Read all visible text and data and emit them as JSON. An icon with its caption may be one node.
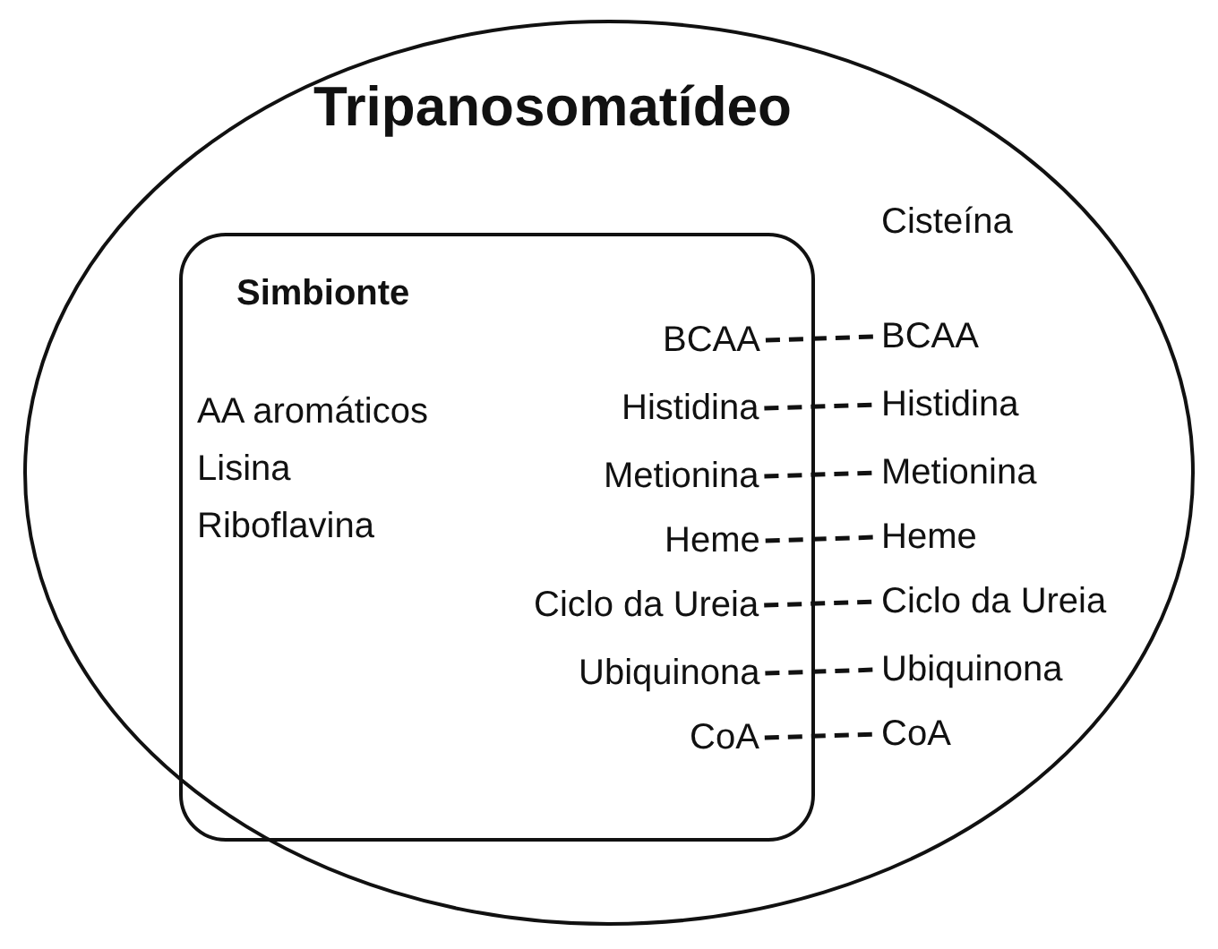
{
  "diagram": {
    "nodes": [
      {
        "text": [
          "Tripanosomatídeo",
          "Cisteína"
        ]
      },
      {
        "text": [
          "Simbionte",
          "AA aromáticos",
          "Lisina",
          "Riboflavina"
        ],
        "in": 0
      },
      {
        "text": [
          "BCAA"
        ],
        "in": 1
      },
      {
        "text": [
          "BCAA"
        ],
        "in": 0
      },
      {
        "text": [
          "Histidina"
        ],
        "in": 1
      },
      {
        "text": [
          "Histidina"
        ],
        "in": 0
      },
      {
        "text": [
          "Metionina"
        ],
        "in": 1
      },
      {
        "text": [
          "Metionina"
        ],
        "in": 0
      },
      {
        "text": [
          "Heme"
        ],
        "in": 1
      },
      {
        "text": [
          "Heme"
        ],
        "in": 0
      },
      {
        "text": [
          "Ciclo da Ureia"
        ],
        "in": 1
      },
      {
        "text": [
          "Ciclo da Ureia"
        ],
        "in": 0
      },
      {
        "text": [
          "Ubiquinona"
        ],
        "in": 1
      },
      {
        "text": [
          "Ubiquinona"
        ],
        "in": 0
      },
      {
        "text": [
          "CoA"
        ],
        "in": 1
      },
      {
        "text": [
          "CoA"
        ],
        "in": 0
      }
    ],
    "edges": [
      {
        "from": 2,
        "to": 3,
        "arrow": "none",
        "style": "dashed"
      },
      {
        "from": 4,
        "to": 5,
        "arrow": "none",
        "style": "dashed"
      },
      {
        "from": 6,
        "to": 7,
        "arrow": "none",
        "style": "dashed"
      },
      {
        "from": 8,
        "to": 9,
        "arrow": "none",
        "style": "dashed"
      },
      {
        "from": 10,
        "to": 11,
        "arrow": "none",
        "style": "dashed"
      },
      {
        "from": 12,
        "to": 13,
        "arrow": "none",
        "style": "dashed"
      },
      {
        "from": 14,
        "to": 15,
        "arrow": "none",
        "style": "dashed"
      }
    ]
  }
}
